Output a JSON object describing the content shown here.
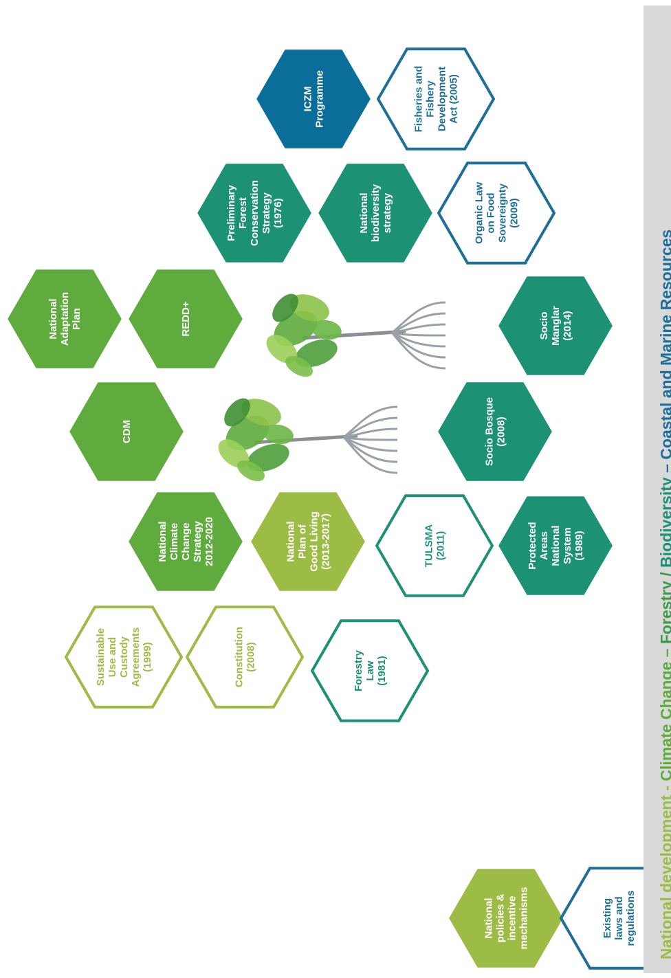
{
  "colors": {
    "light_green": "#9cbc45",
    "mid_green": "#5fab3e",
    "teal": "#1d9174",
    "blue": "#1e6e9a",
    "dark_blue": "#0a6d9a",
    "banner_bg": "#d9d9d9"
  },
  "banner": {
    "segments": [
      {
        "text": "National development",
        "color": "#9cbc45"
      },
      {
        "text": " - ",
        "color": "#9cbc45"
      },
      {
        "text": "Climate Change",
        "color": "#5fab3e"
      },
      {
        "text": " – ",
        "color": "#5fab3e"
      },
      {
        "text": "Forestry",
        "color": "#3e9a4a"
      },
      {
        "text": " / ",
        "color": "#3e9a4a"
      },
      {
        "text": "Biodiversity",
        "color": "#1d9174"
      },
      {
        "text": " – ",
        "color": "#1e6e9a"
      },
      {
        "text": "Coastal and Marine Resources",
        "color": "#1e6e9a"
      }
    ]
  },
  "hexagons": [
    {
      "id": "iczm-programme",
      "lines": [
        "ICZM",
        "Programme"
      ],
      "style": "filled",
      "color": "#0a6d9a"
    },
    {
      "id": "fisheries-act",
      "lines": [
        "Fisheries and",
        "Fishery",
        "Development",
        "Act (2005)"
      ],
      "style": "outline",
      "color": "#1e6e9a"
    },
    {
      "id": "preliminary-forest-strategy",
      "lines": [
        "Preliminary",
        "Forest",
        "Conservation",
        "Strategy",
        "(1976)"
      ],
      "style": "filled",
      "color": "#1d9174"
    },
    {
      "id": "national-biodiversity-strategy",
      "lines": [
        "National",
        "biodiversity",
        "strategy"
      ],
      "style": "filled",
      "color": "#1d9174"
    },
    {
      "id": "organic-law-food",
      "lines": [
        "Organic Law",
        "on Food",
        "Sovereignty",
        "(2009)"
      ],
      "style": "outline",
      "color": "#1e6e9a"
    },
    {
      "id": "national-adaptation-plan",
      "lines": [
        "National",
        "Adaptation",
        "Plan"
      ],
      "style": "filled",
      "color": "#5fab3e"
    },
    {
      "id": "redd-plus",
      "lines": [
        "REDD+"
      ],
      "style": "filled",
      "color": "#5fab3e"
    },
    {
      "id": "socio-manglar",
      "lines": [
        "Socio",
        "Manglar",
        "(2014)"
      ],
      "style": "filled",
      "color": "#1d9174"
    },
    {
      "id": "cdm",
      "lines": [
        "CDM"
      ],
      "style": "filled",
      "color": "#5fab3e"
    },
    {
      "id": "socio-bosque",
      "lines": [
        "Socio Bosque",
        "(2008)"
      ],
      "style": "filled",
      "color": "#1d9174"
    },
    {
      "id": "national-climate-strategy",
      "lines": [
        "National",
        "Climate",
        "Change",
        "Strategy",
        "2012-2020"
      ],
      "style": "filled",
      "color": "#5fab3e"
    },
    {
      "id": "national-plan-good-living",
      "lines": [
        "National",
        "Plan of",
        "Good Living",
        "(2013-2017)"
      ],
      "style": "filled",
      "color": "#9cbc45"
    },
    {
      "id": "tulsma",
      "lines": [
        "TULSMA",
        "(2011)"
      ],
      "style": "outline",
      "color": "#1d9174"
    },
    {
      "id": "protected-areas",
      "lines": [
        "Protected",
        "Areas",
        "National",
        "System",
        "(1989)"
      ],
      "style": "filled",
      "color": "#1d9174"
    },
    {
      "id": "sustainable-use-agreements",
      "lines": [
        "Sustainable",
        "Use and",
        "Custody",
        "Agreements",
        "(1999)"
      ],
      "style": "outline",
      "color": "#9cbc45"
    },
    {
      "id": "constitution",
      "lines": [
        "Constitution",
        "(2008)"
      ],
      "style": "outline",
      "color": "#9cbc45"
    },
    {
      "id": "forestry-law",
      "lines": [
        "Forestry",
        "Law",
        "(1981)"
      ],
      "style": "outline",
      "color": "#1d9174"
    }
  ],
  "legend": [
    {
      "id": "legend-policies",
      "lines": [
        "National",
        "policies &",
        "incentive",
        "mechanisms"
      ],
      "style": "filled",
      "color": "#9cbc45"
    },
    {
      "id": "legend-laws",
      "lines": [
        "Existing",
        "laws and",
        "regulations"
      ],
      "style": "outline",
      "color": "#1e6e9a"
    }
  ],
  "trees": [
    "mangrove-tree-icon",
    "mangrove-tree-icon"
  ]
}
